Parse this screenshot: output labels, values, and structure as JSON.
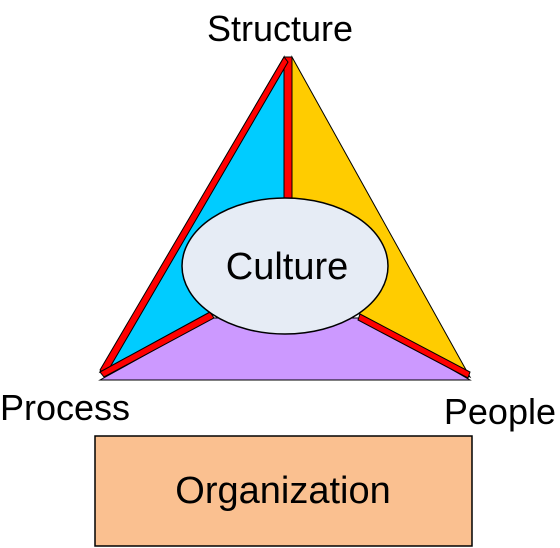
{
  "vertices": {
    "top": "Structure",
    "left": "Process",
    "right": "People"
  },
  "center": "Culture",
  "base": "Organization",
  "colors": {
    "structure_left_face": "#00ccff",
    "structure_right_face": "#ffcc00",
    "process_people_face": "#cc99ff",
    "divider_line": "#ff0000",
    "culture_fill": "#e6ecf5",
    "organization_fill": "#fac090",
    "outline": "#000000"
  }
}
